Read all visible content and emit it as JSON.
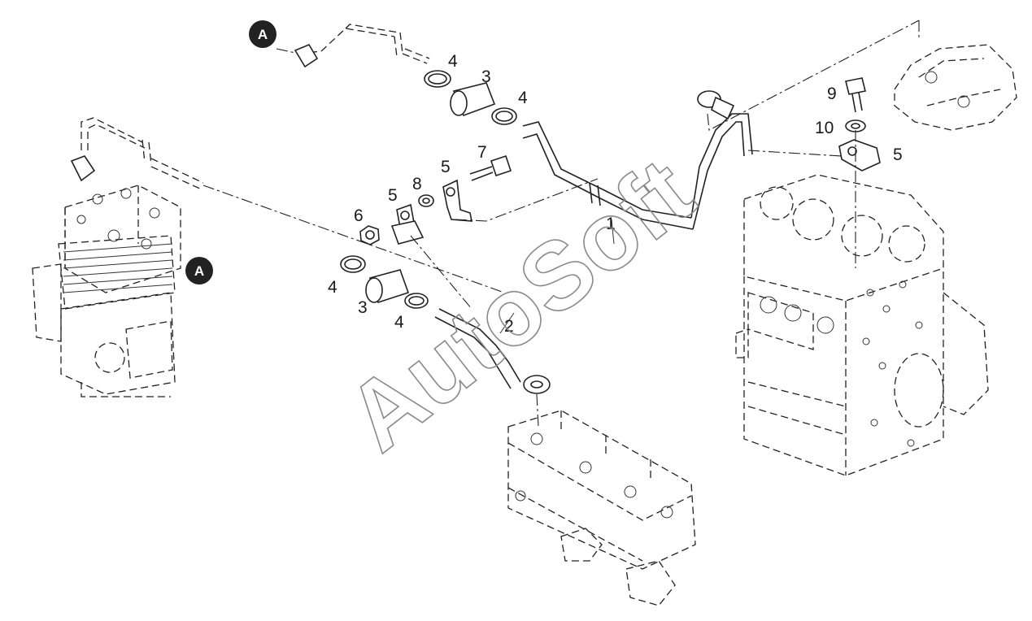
{
  "diagram": {
    "markers": [
      "A",
      "A"
    ],
    "callouts": [
      "1",
      "2",
      "3",
      "3",
      "4",
      "4",
      "4",
      "4",
      "5",
      "5",
      "5",
      "6",
      "7",
      "8",
      "9",
      "10"
    ],
    "watermark": "AutoSoft"
  }
}
